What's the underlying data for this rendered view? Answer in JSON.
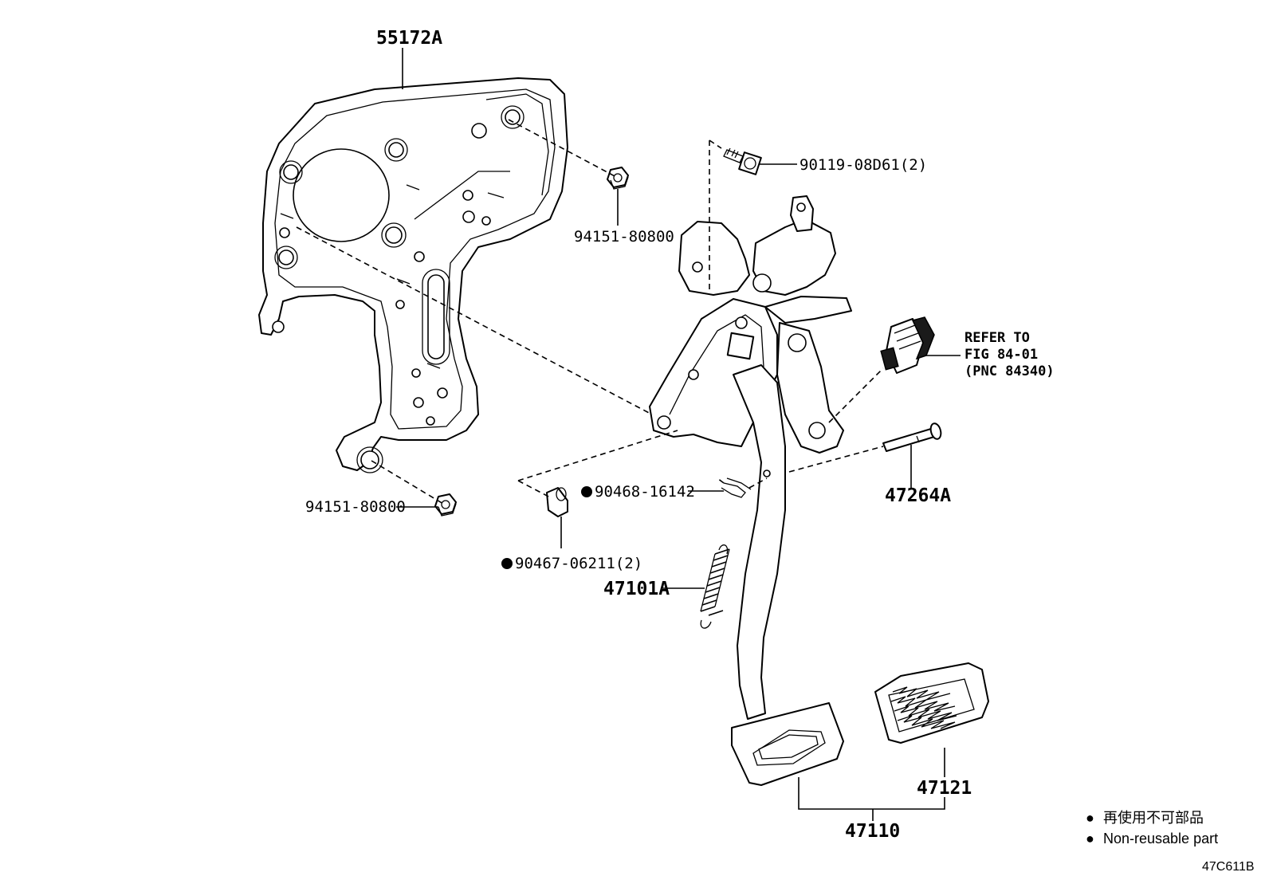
{
  "parts": {
    "bracket": "55172A",
    "nut_upper": "94151-80800",
    "nut_lower": "94151-80800",
    "bolt": "90119-08D61(2)",
    "clip": "90468-16142",
    "cushion": "90467-06211(2)",
    "spring": "47101A",
    "pin": "47264A",
    "pedal_pad": "47121",
    "pedal_assy": "47110"
  },
  "refer_note": {
    "line1": "REFER TO",
    "line2": "FIG 84-01",
    "line3": "(PNC 84340)"
  },
  "legend": {
    "marker_symbol": "●",
    "line_jp": "再使用不可部品",
    "line_en": "Non-reusable part"
  },
  "figure_code": "47C611B"
}
